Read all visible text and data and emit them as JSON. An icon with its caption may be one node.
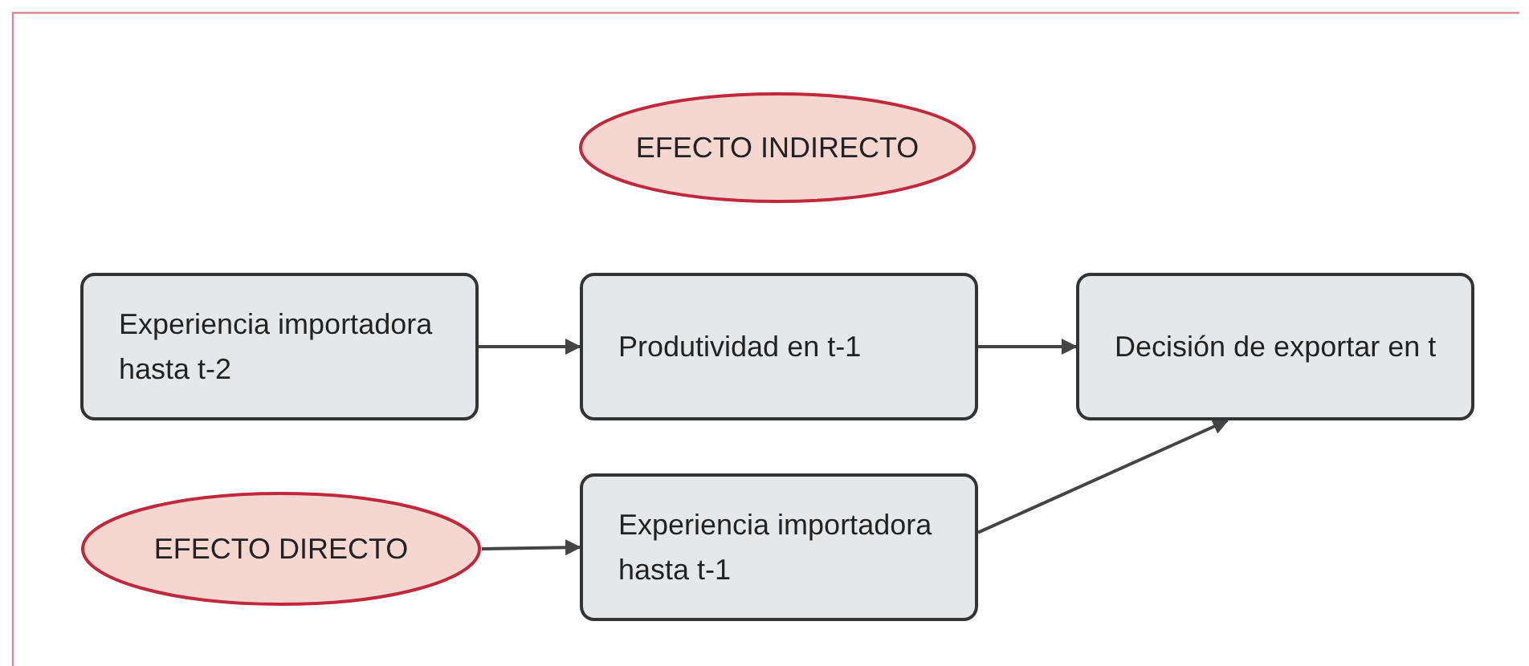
{
  "diagram": {
    "nodes": [
      {
        "text": [
          "EFECTO INDIRECTO"
        ]
      },
      {
        "text": [
          "Experiencia importadora hasta t-2"
        ]
      },
      {
        "text": [
          "Produtividad en t-1"
        ]
      },
      {
        "text": [
          "Decisión de exportar en t"
        ]
      },
      {
        "text": [
          "EFECTO DIRECTO"
        ]
      },
      {
        "text": [
          "Experiencia importadora hasta t-1"
        ]
      }
    ],
    "edges": [
      {
        "from": 1,
        "to": 2,
        "arrow": "to"
      },
      {
        "from": 2,
        "to": 3,
        "arrow": "to"
      },
      {
        "from": 4,
        "to": 5,
        "arrow": "to"
      },
      {
        "from": 5,
        "to": 3,
        "arrow": "to"
      }
    ]
  }
}
